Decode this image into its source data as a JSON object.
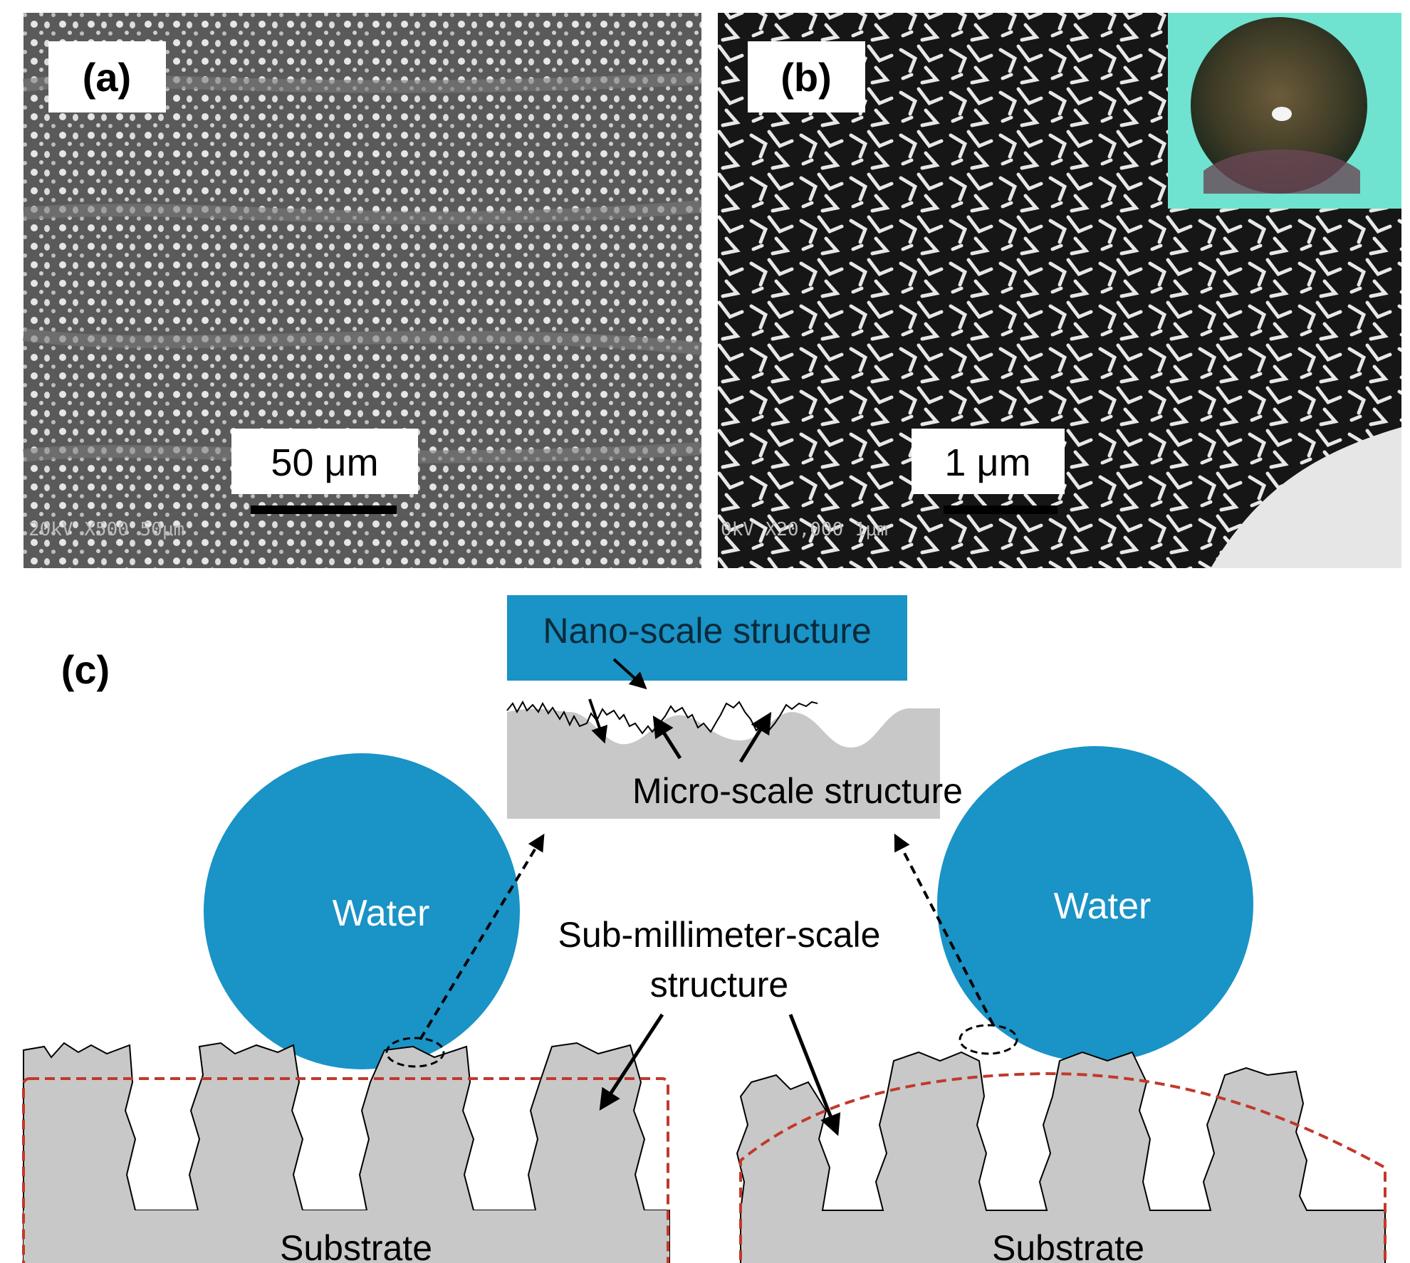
{
  "panels": {
    "a": {
      "label": "(a)",
      "scale_bar": "50 μm",
      "sem_overlay": "20kV  X500  50μm"
    },
    "b": {
      "label": "(b)",
      "scale_bar": "1 μm",
      "sem_overlay": "0kV  X20,000   1μm"
    },
    "c": {
      "label": "(c)",
      "nano_label": "Nano-scale structure",
      "micro_label": "Micro-scale structure",
      "water_left": "Water",
      "water_right": "Water",
      "submm_line1": "Sub-millimeter-scale",
      "submm_line2": "structure",
      "substrate_left": "Substrate",
      "substrate_right": "Substrate"
    }
  },
  "colors": {
    "water_blue": "#1a93c6",
    "substrate_gray": "#c8c8c8",
    "dashed_red": "#c0392b",
    "inset_cyan": "#6fe3cf"
  }
}
